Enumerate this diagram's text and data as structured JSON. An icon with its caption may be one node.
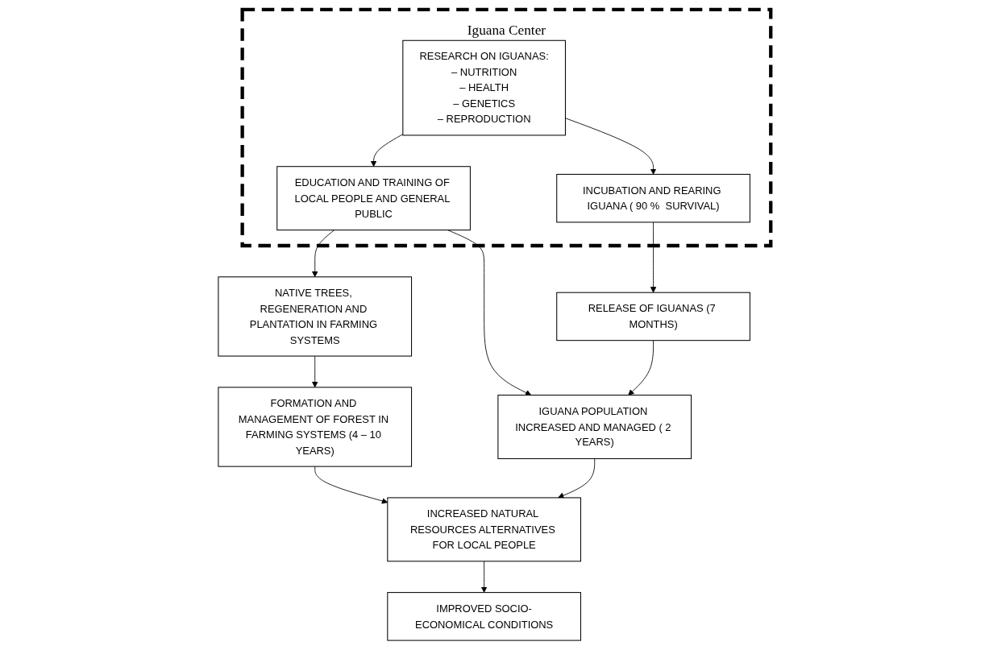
{
  "diagram": {
    "nodes": [
      {
        "text": [
          "Iguana Center"
        ]
      },
      {
        "text": [
          "NATIVE TREES, REGENERATION AND PLANTATION IN FARMING SYSTEMS"
        ]
      },
      {
        "text": [
          "EDUCATION AND TRAINING OF LOCAL PEOPLE AND GENERAL PUBLIC"
        ],
        "in": 0
      },
      {
        "text": [
          "RESEARCH ON IGUANAS:",
          "– NUTRITION",
          "– HEALTH",
          "– GENETICS",
          "– REPRODUCTION"
        ],
        "in": 0
      },
      {
        "text": [
          "INCUBATION AND REARING IGUANA ( 90 %  SURVIVAL)"
        ],
        "in": 0
      },
      {
        "text": [
          "FORMATION AND MANAGEMENT OF FOREST IN FARMING SYSTEMS (4 – 10 YEARS)"
        ]
      },
      {
        "text": [
          "IGUANA POPULATION INCREASED AND MANAGED ( 2 YEARS)"
        ]
      },
      {
        "text": [
          "RELEASE OF IGUANAS (7 MONTHS)"
        ]
      },
      {
        "text": [
          "INCREASED NATURAL RESOURCES ALTERNATIVES FOR LOCAL PEOPLE"
        ]
      },
      {
        "text": [
          "IMPROVED SOCIO-ECONOMICAL CONDITIONS"
        ]
      }
    ],
    "edges": [
      {
        "from": 2,
        "to": 1,
        "arrow": "to"
      },
      {
        "from": 3,
        "to": 2,
        "arrow": "to"
      },
      {
        "from": 3,
        "to": 4,
        "arrow": "to"
      },
      {
        "from": 1,
        "to": 5,
        "arrow": "to"
      },
      {
        "from": 2,
        "to": 6,
        "arrow": "to"
      },
      {
        "from": 4,
        "to": 7,
        "arrow": "to"
      },
      {
        "from": 7,
        "to": 6,
        "arrow": "to"
      },
      {
        "from": 5,
        "to": 8,
        "arrow": "to"
      },
      {
        "from": 6,
        "to": 8,
        "arrow": "to"
      },
      {
        "from": 8,
        "to": 9,
        "arrow": "to"
      }
    ]
  }
}
